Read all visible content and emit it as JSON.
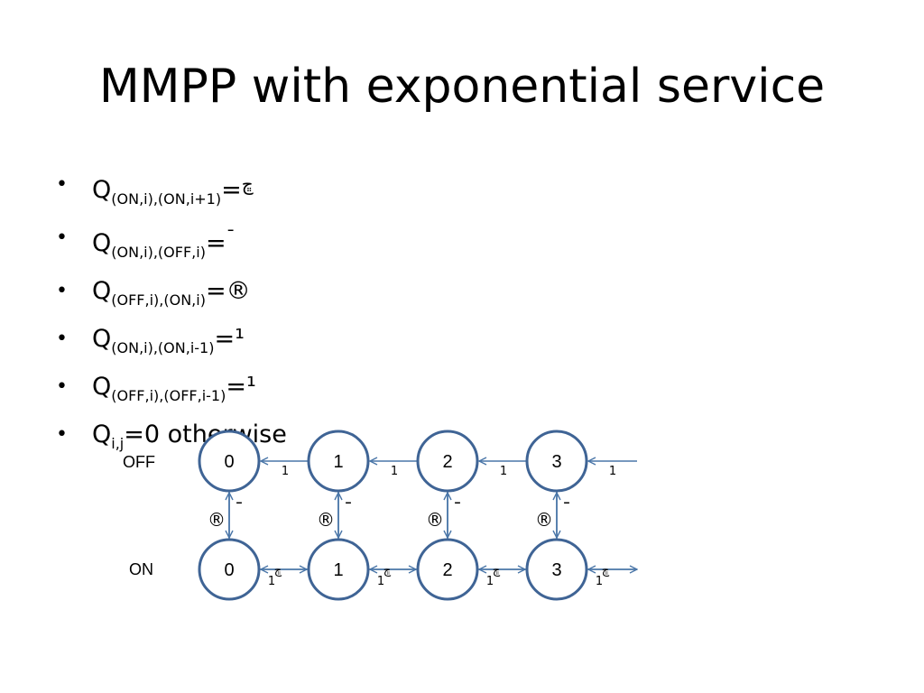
{
  "title": "MMPP with exponential service",
  "bullets": [
    {
      "base": "Q",
      "sub": "(ON,i),(ON,i+1)",
      "rest": "=",
      "rate": "ڇ"
    },
    {
      "base": "Q",
      "sub": "(ON,i),(OFF,i)",
      "rest": "=",
      "rate": "¯"
    },
    {
      "base": "Q",
      "sub": "(OFF,i),(ON,i)",
      "rest": "=",
      "rate": "®"
    },
    {
      "base": "Q",
      "sub": "(ON,i),(ON,i-1)",
      "rest": "=",
      "rate": "¹"
    },
    {
      "base": "Q",
      "sub": "(OFF,i),(OFF,i-1)",
      "rest": "=",
      "rate": "¹"
    },
    {
      "base": "Q",
      "sub": "i,j",
      "rest": "=0 otherwise",
      "rate": ""
    }
  ],
  "diagram": {
    "row_labels": {
      "off": "OFF",
      "on": "ON"
    },
    "off_nodes": [
      "0",
      "1",
      "2",
      "3"
    ],
    "on_nodes": [
      "0",
      "1",
      "2",
      "3"
    ],
    "off_rates": [
      "1",
      "1",
      "1",
      "1"
    ],
    "on_up_rates": [
      "ڇ",
      "ڇ",
      "ڇ",
      "ڇ"
    ],
    "on_down_rates": [
      "1",
      "1",
      "1",
      "1"
    ],
    "alpha_rates": [
      "®",
      "®",
      "®",
      "®"
    ],
    "beta_rates": [
      "¯",
      "¯",
      "¯",
      "¯"
    ],
    "edge_color": "#4a76a8",
    "node_stroke_color": "#3f6495"
  }
}
